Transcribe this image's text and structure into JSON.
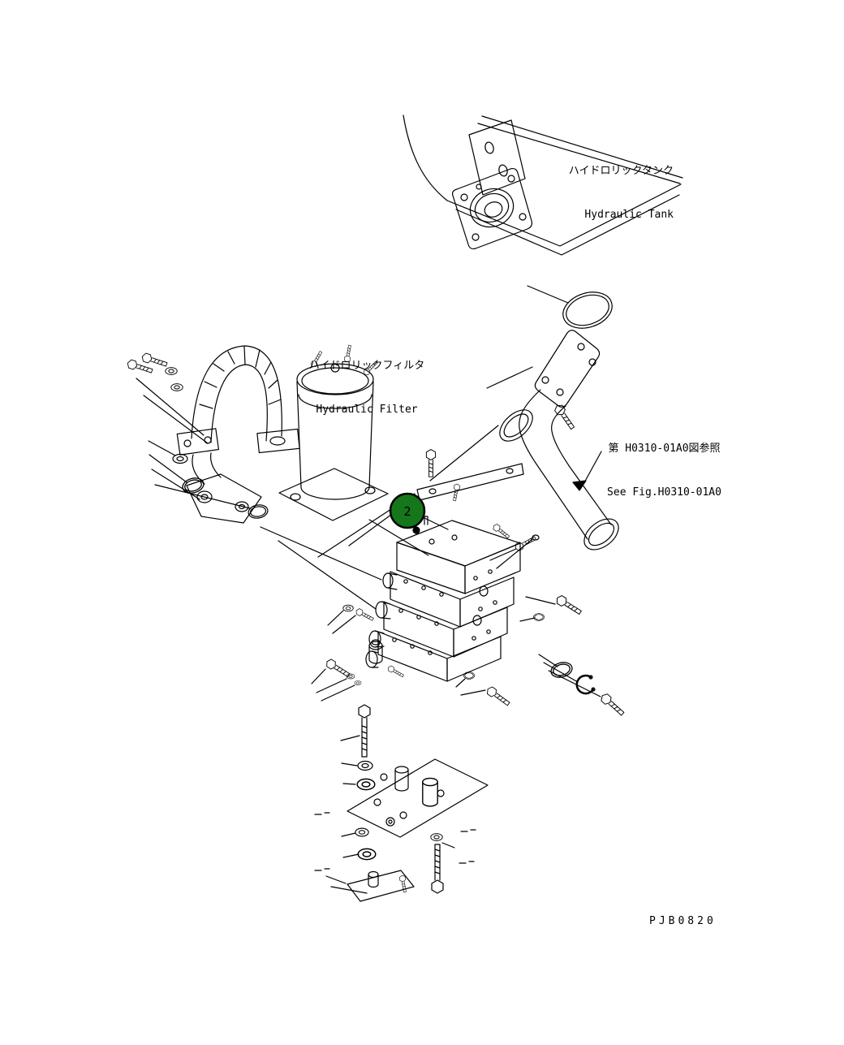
{
  "diagram": {
    "labels": {
      "hydraulic_tank_jp": "ハイドロリックタンク",
      "hydraulic_tank_en": "Hydraulic Tank",
      "hydraulic_filter_jp": "ハイドロリックフィルタ",
      "hydraulic_filter_en": "Hydraulic Filter",
      "reference_jp": "第 H0310-01A0図参照",
      "reference_en": "See Fig.H0310-01A0",
      "drawing_code": "PJB0820"
    },
    "callout": {
      "number": "2",
      "fill_color": "#15761c"
    },
    "colors": {
      "ink": "#000000",
      "background": "#ffffff"
    }
  }
}
